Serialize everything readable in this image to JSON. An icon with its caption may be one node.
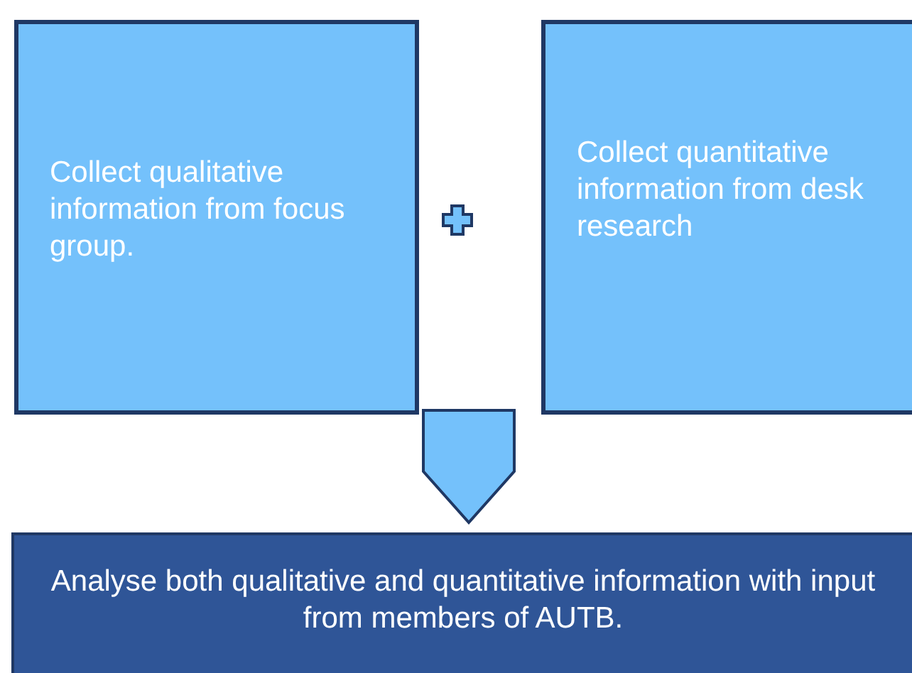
{
  "diagram": {
    "nodes": [
      {
        "text": [
          "Collect qualitative information from focus group."
        ]
      },
      {
        "text": [
          "Collect quantitative information from desk research"
        ]
      },
      {
        "text": [
          "Analyse both qualitative and quantitative information with input from members of AUTB."
        ]
      }
    ],
    "edges": [
      {
        "from": 0,
        "to": 2,
        "arrow": "to"
      },
      {
        "from": 1,
        "to": 2,
        "arrow": "to"
      }
    ]
  }
}
